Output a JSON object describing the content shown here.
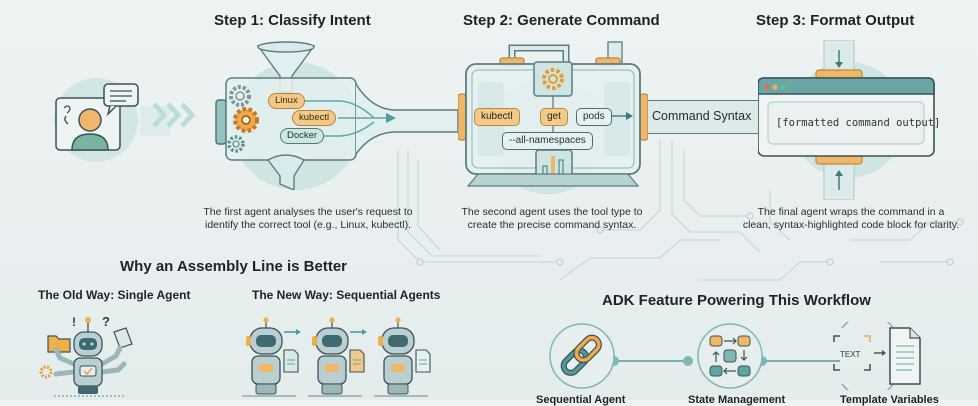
{
  "pipeline": {
    "steps": [
      {
        "title": "Step 1: Classify Intent",
        "description_line1": "The first agent analyses the user's request to",
        "description_line2": "identify the correct tool (e.g., Linux, kubectl).",
        "tool_pills": [
          "Linux",
          "kubectl",
          "Docker"
        ]
      },
      {
        "title": "Step 2: Generate Command",
        "description_line1": "The second agent uses the tool type to",
        "description_line2": "create the precise command syntax.",
        "command_tokens": [
          "kubectl",
          "get",
          "pods",
          "--all-namespaces"
        ]
      },
      {
        "title": "Step 3: Format Output",
        "description_line1": "The final agent wraps the command in a",
        "description_line2": "clean, syntax-highlighted code block for clarity.",
        "output_text": "[formatted command output]"
      }
    ],
    "connector_label": "Command Syntax",
    "icons": {
      "user": "user-request-icon",
      "funnel": "funnel-icon",
      "gear": "gear-icon",
      "monitor": "command-machine-icon",
      "window": "code-window-icon"
    }
  },
  "comparison": {
    "title": "Why an Assembly Line is Better",
    "old_way": {
      "title": "The Old Way: Single Agent",
      "icon": "overloaded-robot-icon"
    },
    "new_way": {
      "title": "The New Way: Sequential Agents",
      "icon": "robot-chain-icon",
      "robot_count": 3
    }
  },
  "features": {
    "title": "ADK Feature Powering This Workflow",
    "items": [
      {
        "icon": "chain-link-icon",
        "label": "Sequential Agent"
      },
      {
        "icon": "state-database-icon",
        "label": "State Management"
      },
      {
        "icon": "template-text-icon",
        "label": "Template Variables",
        "icon_text": "TEXT"
      }
    ]
  },
  "colors": {
    "teal": "#5e9ea0",
    "teal_light": "#cfe6e2",
    "orange": "#f0a84a",
    "background": "#eef2f2"
  }
}
